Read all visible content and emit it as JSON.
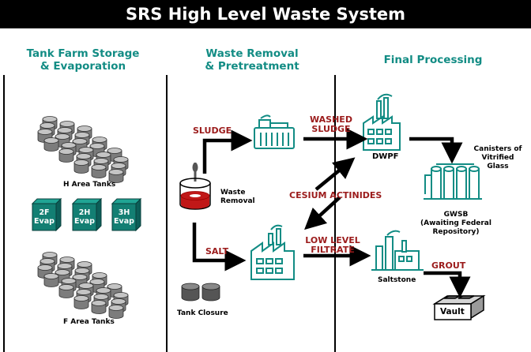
{
  "title": "SRS High Level Waste System",
  "columns": {
    "tank_farm": "Tank Farm Storage\n& Evaporation",
    "waste_removal": "Waste Removal\n& Pretreatment",
    "final_processing": "Final Processing"
  },
  "labels": {
    "h_area": "H Area Tanks",
    "f_area": "F Area Tanks",
    "evap_2f": "2F\nEvap",
    "evap_2h": "2H\nEvap",
    "evap_3h": "3H\nEvap",
    "waste_removal": "Waste\nRemoval",
    "tank_closure": "Tank Closure",
    "dwpf": "DWPF",
    "canisters": "Canisters of\nVitrified\nGlass",
    "gwsb": "GWSB\n(Awaiting Federal\nRepository)",
    "saltstone": "Saltstone",
    "vault": "Vault"
  },
  "flows": {
    "sludge": "SLUDGE",
    "salt": "SALT",
    "washed_sludge": "WASHED\nSLUDGE",
    "cesium": "CESIUM ACTINIDES",
    "low_level": "LOW LEVEL\nFILTRATE",
    "grout": "GROUT"
  },
  "colors": {
    "teal": "#128c84",
    "dark_teal": "#0c5e58",
    "flow_red": "#9b1b1b",
    "tank_gray": "#8a8a8a"
  },
  "icons": [
    "tank-icon",
    "evaporator-icon",
    "mixer-tank-icon",
    "pretreatment-facility-icon",
    "dwpf-facility-icon",
    "gwsb-silo-icon",
    "saltstone-facility-icon",
    "vault-icon",
    "arrow-icon"
  ]
}
